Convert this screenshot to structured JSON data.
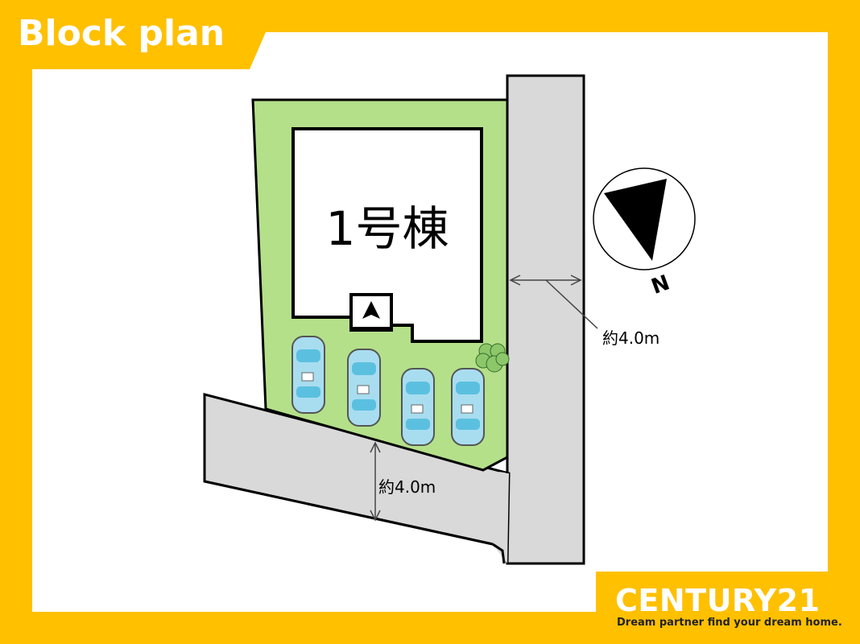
{
  "header": {
    "title": "Block plan"
  },
  "plan": {
    "building_label": "1号棟",
    "north_label": "N",
    "road_east_width": "約4.0m",
    "road_south_width": "約4.0m",
    "parking_spaces": 4,
    "colors": {
      "frame": "#FFC000",
      "lot": "#B4E08A",
      "road": "#D9D9D9",
      "car_body": "#A8DDF0",
      "car_glass": "#5BC0E0",
      "tree": "#8CC86A"
    },
    "icons": [
      "entrance-arrow-icon",
      "north-compass-icon",
      "tree-icon",
      "car-icon"
    ]
  },
  "brand": {
    "logo": "CENTURY21",
    "tagline": "Dream partner find your dream home."
  }
}
